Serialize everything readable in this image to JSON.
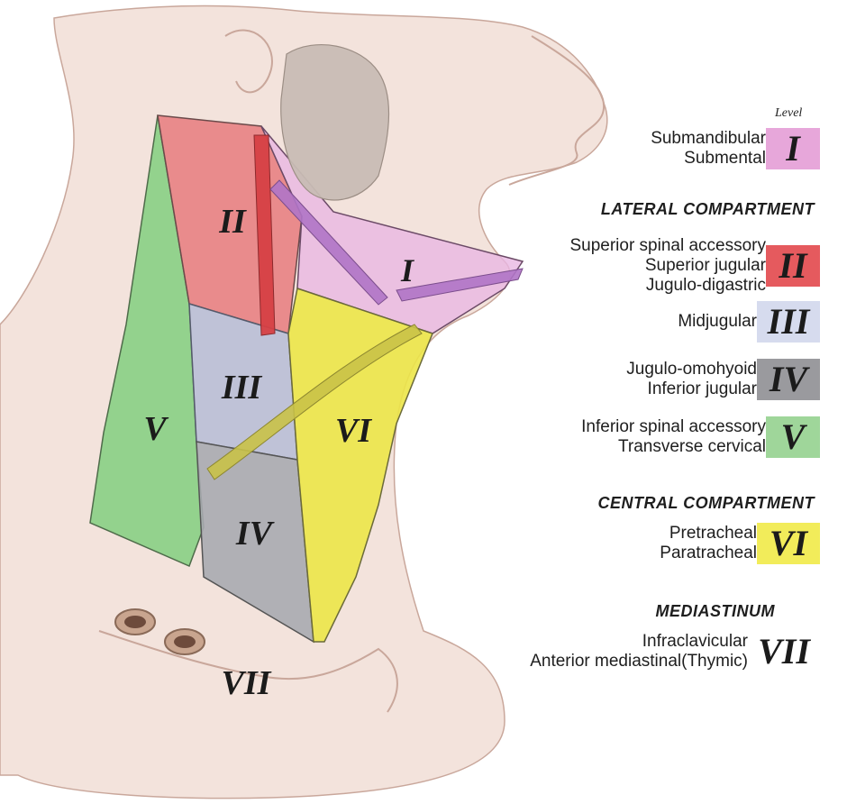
{
  "levels_on_figure": [
    {
      "id": "level-1",
      "label": "I"
    },
    {
      "id": "level-2",
      "label": "II"
    },
    {
      "id": "level-3",
      "label": "III"
    },
    {
      "id": "level-4",
      "label": "IV"
    },
    {
      "id": "level-5",
      "label": "V"
    },
    {
      "id": "level-6",
      "label": "VI"
    },
    {
      "id": "level-7",
      "label": "VII"
    }
  ],
  "legend": {
    "level_tag": "Level",
    "headings": {
      "lateral": "LATERAL COMPARTMENT",
      "central": "CENTRAL COMPARTMENT",
      "mediastinum": "MEDIASTINUM"
    },
    "rows": [
      {
        "label": "I",
        "lines": [
          "Submandibular",
          "Submental"
        ],
        "color": "#e7a7da"
      },
      {
        "label": "II",
        "lines": [
          "Superior spinal accessory",
          "Superior jugular",
          "Jugulo-digastric"
        ],
        "color": "#e55a5e"
      },
      {
        "label": "III",
        "lines": [
          "Midjugular"
        ],
        "color": "#d6dbee"
      },
      {
        "label": "IV",
        "lines": [
          "Jugulo-omohyoid",
          "Inferior jugular"
        ],
        "color": "#9a9a9e"
      },
      {
        "label": "V",
        "lines": [
          "Inferior spinal accessory",
          "Transverse cervical"
        ],
        "color": "#9fd69a"
      },
      {
        "label": "VI",
        "lines": [
          "Pretracheal",
          "Paratracheal"
        ],
        "color": "#f2ec5a"
      },
      {
        "label": "VII",
        "lines": [
          "Infraclavicular",
          "Anterior mediastinal(Thymic)"
        ],
        "color": "#ffffff"
      }
    ]
  },
  "colors": {
    "skin": "#f3e3dc",
    "skin_line": "#c9a79b",
    "gland": "#c8bcb4",
    "level_1": "#e9b6e2",
    "level_2": "#e67b7e",
    "level_3": "#b9bed6",
    "level_4": "#a9aab0",
    "level_5": "#88cf84",
    "level_6": "#ece548",
    "muscle_purple": "#b074c6",
    "artery_red": "#d64045"
  }
}
